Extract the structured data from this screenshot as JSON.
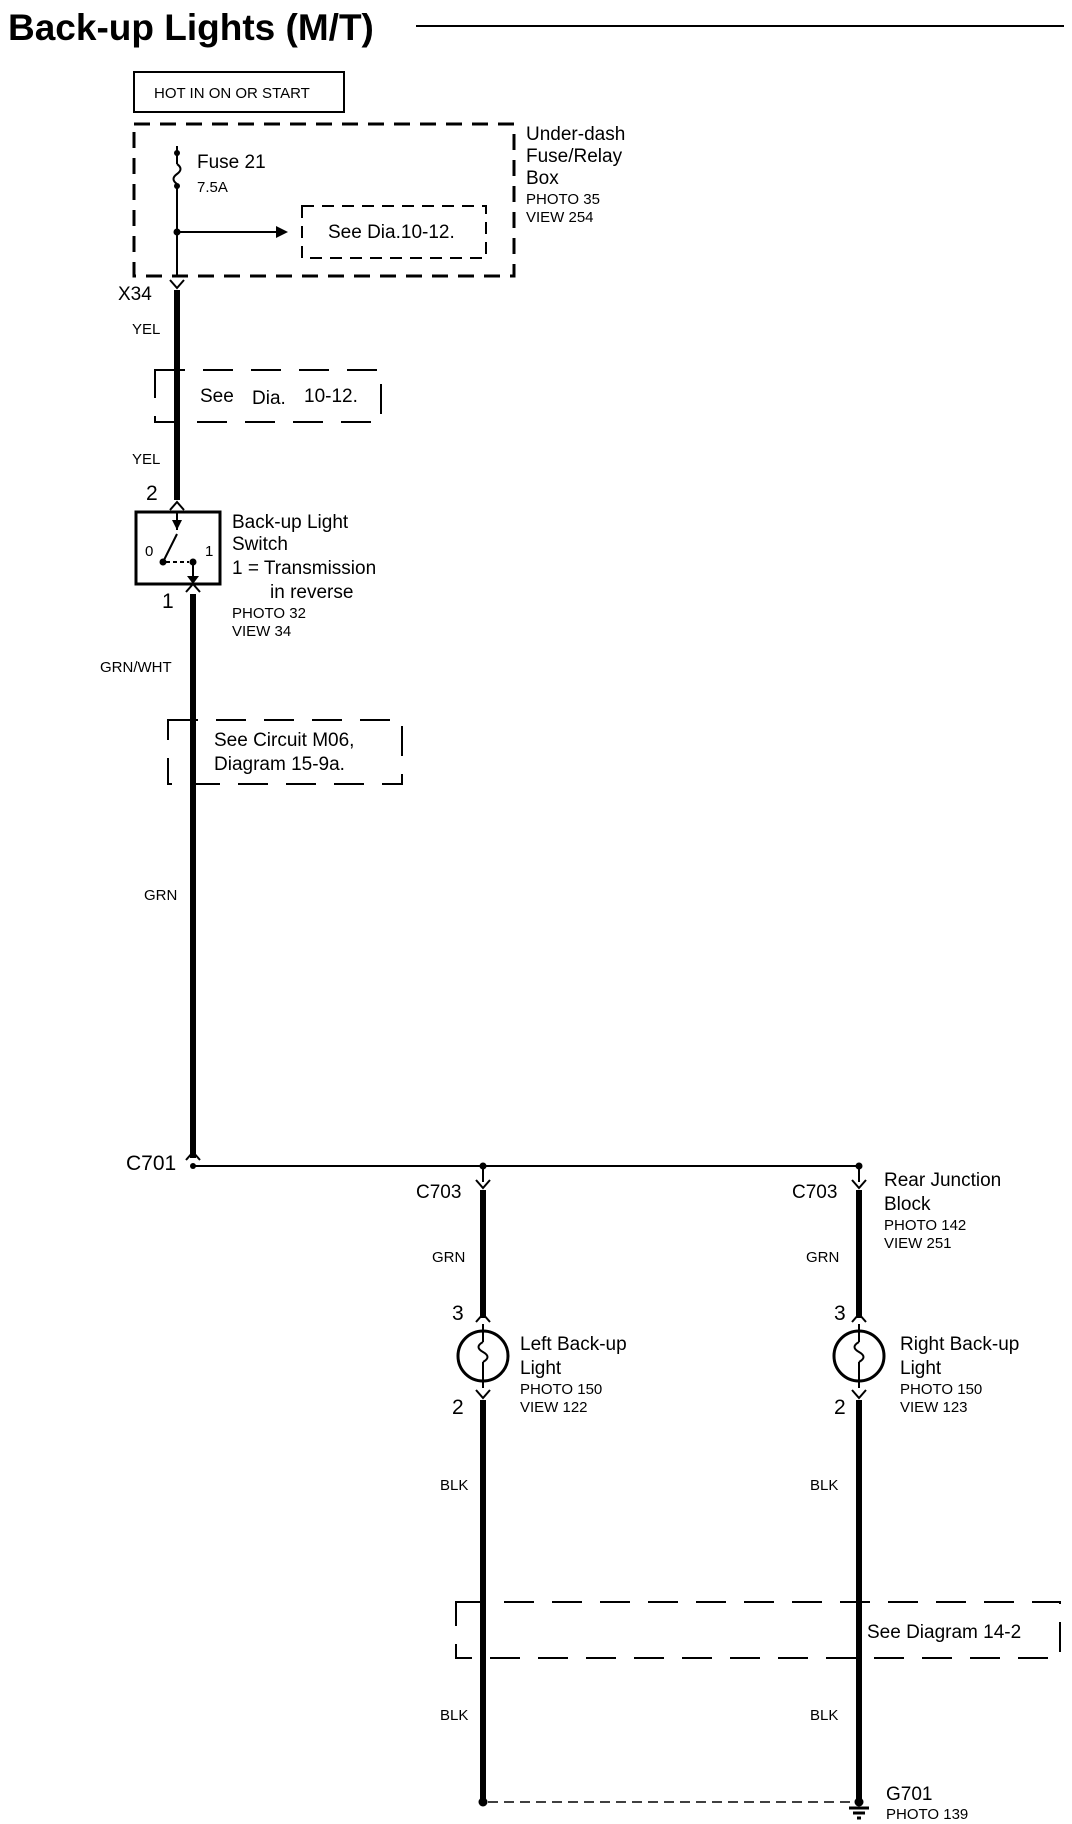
{
  "title": "Back-up Lights (M/T)",
  "power_label": "HOT IN ON OR START",
  "fuse_box": {
    "fuse_name": "Fuse 21",
    "fuse_rating": "7.5A",
    "ref": "See Dia.10-12.",
    "name_l1": "Under-dash",
    "name_l2": "Fuse/Relay",
    "name_l3": "Box",
    "photo": "PHOTO 35",
    "view": "VIEW 254"
  },
  "connectors": {
    "x34": "X34",
    "c701": "C701",
    "c703_left": "C703",
    "c703_right": "C703"
  },
  "wires": {
    "yel_1": "YEL",
    "yel_2": "YEL",
    "grn_wht": "GRN/WHT",
    "grn": "GRN",
    "grn_left": "GRN",
    "grn_right": "GRN",
    "blk_left_1": "BLK",
    "blk_right_1": "BLK",
    "blk_left_2": "BLK",
    "blk_right_2": "BLK"
  },
  "ref_boxes": {
    "dia_10_12_a": "See",
    "dia_10_12_b": "Dia.",
    "dia_10_12_c": "10-12.",
    "circuit_l1": "See Circuit M06,",
    "circuit_l2": "Diagram 15-9a.",
    "diagram_14_2": "See Diagram 14-2"
  },
  "switch": {
    "pin_top": "2",
    "pin_bottom": "1",
    "pos_0": "0",
    "pos_1": "1",
    "name_l1": "Back-up Light",
    "name_l2": "Switch",
    "note_l1": "1 = Transmission",
    "note_l2": "in reverse",
    "photo": "PHOTO 32",
    "view": "VIEW 34"
  },
  "junction_block": {
    "name_l1": "Rear Junction",
    "name_l2": "Block",
    "photo": "PHOTO 142",
    "view": "VIEW 251"
  },
  "left_light": {
    "pin_top": "3",
    "pin_bottom": "2",
    "name_l1": "Left Back-up",
    "name_l2": "Light",
    "photo": "PHOTO 150",
    "view": "VIEW 122"
  },
  "right_light": {
    "pin_top": "3",
    "pin_bottom": "2",
    "name_l1": "Right Back-up",
    "name_l2": "Light",
    "photo": "PHOTO 150",
    "view": "VIEW 123"
  },
  "ground": {
    "name": "G701",
    "photo": "PHOTO 139"
  }
}
